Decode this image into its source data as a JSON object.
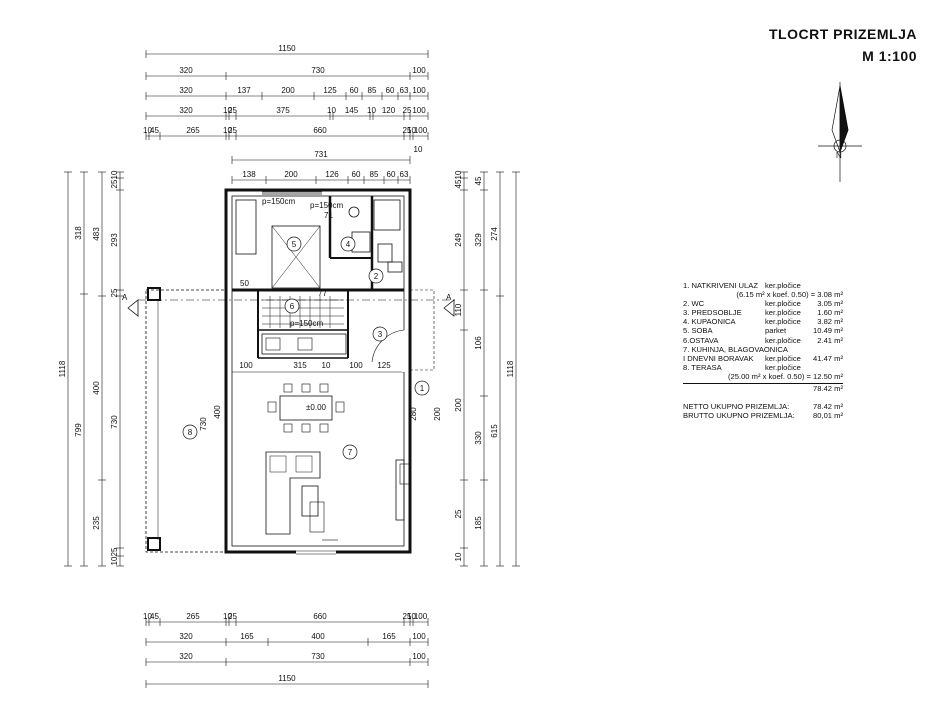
{
  "title": "TLOCRT  PRIZEMLJA",
  "scale": "M 1:100",
  "north_label": "N",
  "section_mark": "A",
  "top_dims": {
    "r1": [
      "1150"
    ],
    "r2": [
      "320",
      "730",
      "100"
    ],
    "r3": [
      "320",
      "137",
      "200",
      "125",
      "60",
      "85",
      "60",
      "63",
      "100"
    ],
    "r4": [
      "320",
      "10",
      "25",
      "375",
      "10",
      "145",
      "10",
      "120",
      "25",
      "100"
    ],
    "r5": [
      "10",
      "45",
      "265",
      "10",
      "25",
      "660",
      "25",
      "10",
      "100"
    ]
  },
  "inner_top_dims": {
    "r1": "731",
    "r1b": "10",
    "r2": [
      "138",
      "200",
      "126",
      "60",
      "85",
      "60",
      "63"
    ]
  },
  "bottom_dims": {
    "r1": [
      "10",
      "45",
      "265",
      "10",
      "25",
      "660",
      "25",
      "10",
      "100"
    ],
    "r2": [
      "320",
      "165",
      "400",
      "165",
      "100"
    ],
    "r3": [
      "320",
      "730",
      "100"
    ],
    "r4": [
      "1150"
    ]
  },
  "left_dims": {
    "c1": [
      "1118"
    ],
    "c2": [
      "318",
      "799"
    ],
    "c3": [
      "483",
      "400",
      "235"
    ],
    "c4": [
      "10",
      "25",
      "293",
      "25",
      "730",
      "25",
      "10"
    ]
  },
  "right_dims": {
    "c1": [
      "10",
      "45",
      "249",
      "110",
      "200",
      "25",
      "10"
    ],
    "c2": [
      "45",
      "329",
      "106",
      "330",
      "185"
    ],
    "c3": [
      "274",
      "615"
    ],
    "c4": [
      "1118"
    ]
  },
  "interior_dims": [
    "100",
    "315",
    "10",
    "100",
    "125",
    "400",
    "730",
    "280",
    "200"
  ],
  "room_numbers": [
    "1",
    "2",
    "3",
    "4",
    "5",
    "6",
    "7",
    "8"
  ],
  "level_mark": "±0.00",
  "small_notes": [
    "p=150cm",
    "p=150cm",
    "71",
    "50",
    "77",
    "p=150cm"
  ],
  "legend": {
    "rows": [
      {
        "name": "1. NATKRIVENI ULAZ",
        "type": "ker.pločice",
        "area": ""
      },
      {
        "name": "(6.15 m² x koef. 0.50) = 3.08 m²",
        "type": "",
        "area": "",
        "indent": true
      },
      {
        "name": "2. WC",
        "type": "ker.pločice",
        "area": "3.05 m²"
      },
      {
        "name": "3. PREDSOBLJE",
        "type": "ker.pločice",
        "area": "1.60 m²"
      },
      {
        "name": "4. KUPAONICA",
        "type": "ker.pločice",
        "area": "3.82 m²"
      },
      {
        "name": "5. SOBA",
        "type": "parket",
        "area": "10.49 m²"
      },
      {
        "name": "6.OSTAVA",
        "type": "ker.pločice",
        "area": "2.41 m²"
      },
      {
        "name": "7. KUHINJA, BLAGOVAONICA",
        "type": "",
        "area": ""
      },
      {
        "name": "    I DNEVNI BORAVAK",
        "type": "ker.pločice",
        "area": "41.47 m²"
      },
      {
        "name": "8. TERASA",
        "type": "ker.pločice",
        "area": ""
      },
      {
        "name": "(25.00 m² x koef. 0.50) = 12.50 m²",
        "type": "",
        "area": "",
        "indent": true
      }
    ],
    "sum": "78.42 m²",
    "netto_label": "NETTO UKUPNO PRIZEMLJA:",
    "netto_value": "78.42 m²",
    "brutto_label": "BRUTTO UKUPNO PRIZEMLJA:",
    "brutto_value": "80,01 m²"
  },
  "colors": {
    "line": "#111111",
    "furniture": "#444444",
    "accent": "#3355aa"
  }
}
